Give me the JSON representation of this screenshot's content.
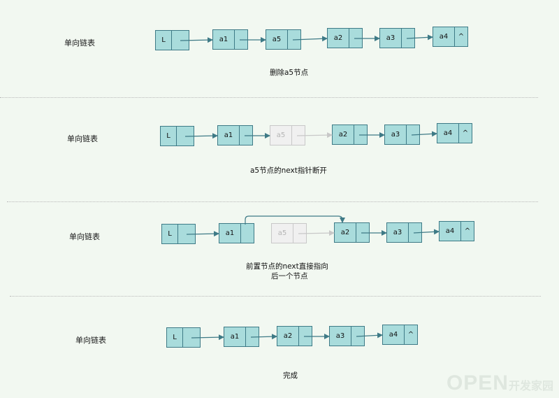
{
  "panels": [
    {
      "label": "单向链表",
      "nodes": [
        {
          "data": "L",
          "next": ""
        },
        {
          "data": "a1",
          "next": ""
        },
        {
          "data": "a5",
          "next": ""
        },
        {
          "data": "a2",
          "next": ""
        },
        {
          "data": "a3",
          "next": ""
        },
        {
          "data": "a4",
          "next": "^"
        }
      ],
      "caption_lines": [
        "删除a5节点"
      ]
    },
    {
      "label": "单向链表",
      "nodes": [
        {
          "data": "L",
          "next": ""
        },
        {
          "data": "a1",
          "next": ""
        },
        {
          "data": "a5",
          "next": ""
        },
        {
          "data": "a2",
          "next": ""
        },
        {
          "data": "a3",
          "next": ""
        },
        {
          "data": "a4",
          "next": "^"
        }
      ],
      "caption_lines": [
        "a5节点的next指针断开"
      ]
    },
    {
      "label": "单向链表",
      "nodes": [
        {
          "data": "L",
          "next": ""
        },
        {
          "data": "a1",
          "next": ""
        },
        {
          "data": "a5",
          "next": ""
        },
        {
          "data": "a2",
          "next": ""
        },
        {
          "data": "a3",
          "next": ""
        },
        {
          "data": "a4",
          "next": "^"
        }
      ],
      "caption_lines": [
        "前置节点的next直接指向",
        "后一个节点"
      ]
    },
    {
      "label": "单向链表",
      "nodes": [
        {
          "data": "L",
          "next": ""
        },
        {
          "data": "a1",
          "next": ""
        },
        {
          "data": "a2",
          "next": ""
        },
        {
          "data": "a3",
          "next": ""
        },
        {
          "data": "a4",
          "next": "^"
        }
      ],
      "caption_lines": [
        "完成"
      ]
    }
  ],
  "watermark": {
    "big": "OPEN",
    "small": "开发家园"
  },
  "colors": {
    "node_fill": "#a9dcdc",
    "node_border": "#3e7a86",
    "arrow": "#3e7a86",
    "ghost_fill": "#f0f0f0",
    "ghost_border": "#c8c8c8",
    "ghost_arrow": "#c8c8c8",
    "background": "#f2f8f1"
  }
}
